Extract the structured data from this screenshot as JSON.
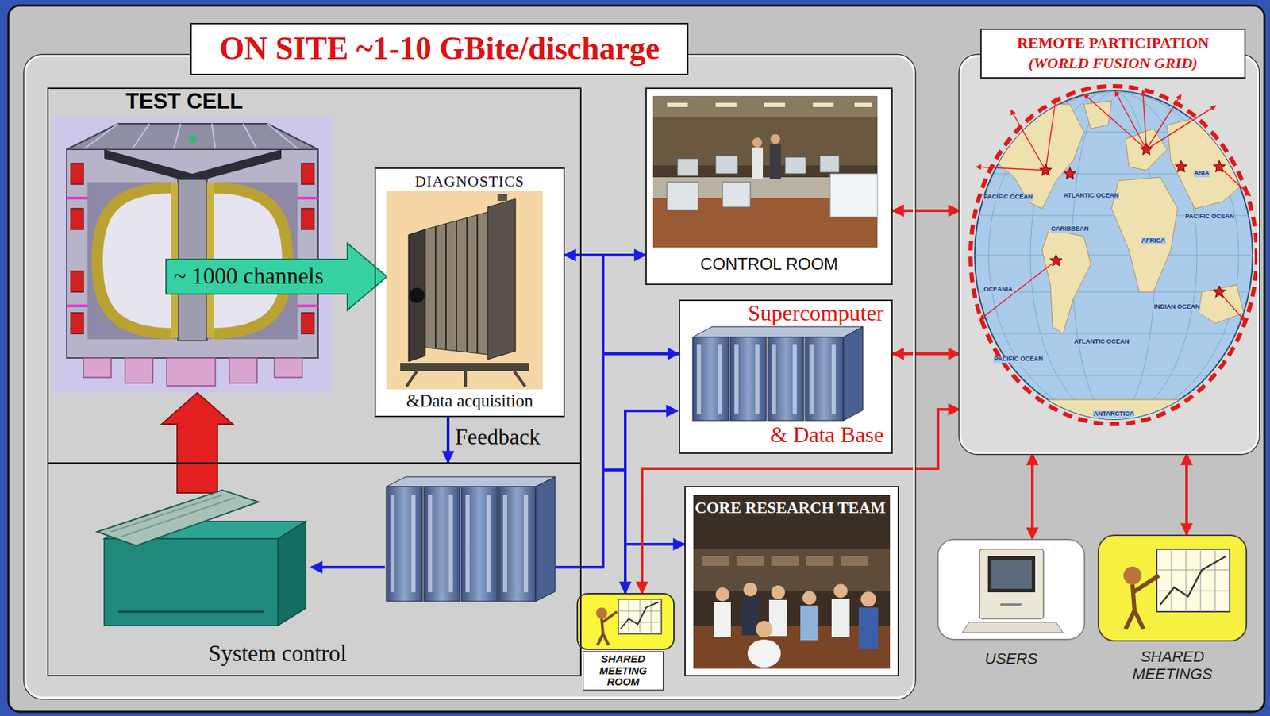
{
  "diagram": {
    "nodes": [
      {
        "text": [
          "ON SITE ~1-10 GBite/discharge"
        ]
      },
      {
        "text": [
          "TEST CELL"
        ],
        "in": 0
      },
      {
        "text": [
          "DIAGNOSTICS",
          "&Data acquisition"
        ],
        "in": 1
      },
      {
        "text": [
          "System control"
        ],
        "in": 0
      },
      {
        "text": [
          "CONTROL ROOM"
        ],
        "in": 0
      },
      {
        "text": [
          "Supercomputer",
          "& Data Base"
        ],
        "in": 0
      },
      {
        "text": [
          "SHARED MEETING ROOM"
        ],
        "in": 0
      },
      {
        "text": [
          "CORE RESEARCH TEAM"
        ],
        "in": 0
      },
      {
        "text": [
          "REMOTE PARTICIPATION",
          "(WORLD FUSION GRID)"
        ]
      },
      {
        "text": [
          "USERS"
        ]
      },
      {
        "text": [
          "SHARED MEETINGS"
        ]
      }
    ],
    "edges": [
      {
        "from": 2,
        "to": 4,
        "arrow": "both"
      },
      {
        "from": 2,
        "to": 3,
        "label": "Feedback",
        "arrow": "to"
      },
      {
        "from": 3,
        "to": 5,
        "arrow": "to"
      },
      {
        "from": 3,
        "to": 7,
        "arrow": "to"
      },
      {
        "from": 3,
        "to": 6,
        "arrow": "to"
      },
      {
        "from": 4,
        "to": 8,
        "arrow": "both"
      },
      {
        "from": 5,
        "to": 8,
        "arrow": "both"
      },
      {
        "from": 8,
        "to": 6,
        "arrow": "both"
      },
      {
        "from": 8,
        "to": 9,
        "arrow": "both"
      },
      {
        "from": 8,
        "to": 10,
        "arrow": "both"
      }
    ],
    "labels": [
      "~ 1000 channels",
      "PACIFIC OCEAN",
      "ATLANTIC OCEAN",
      "CARIBBEAN",
      "AFRICA",
      "ASIA",
      "PACIFIC OCEAN",
      "INDIAN OCEAN",
      "OCEANIA",
      "PACIFIC OCEAN",
      "ATLANTIC OCEAN",
      "ANTARCTICA"
    ]
  }
}
